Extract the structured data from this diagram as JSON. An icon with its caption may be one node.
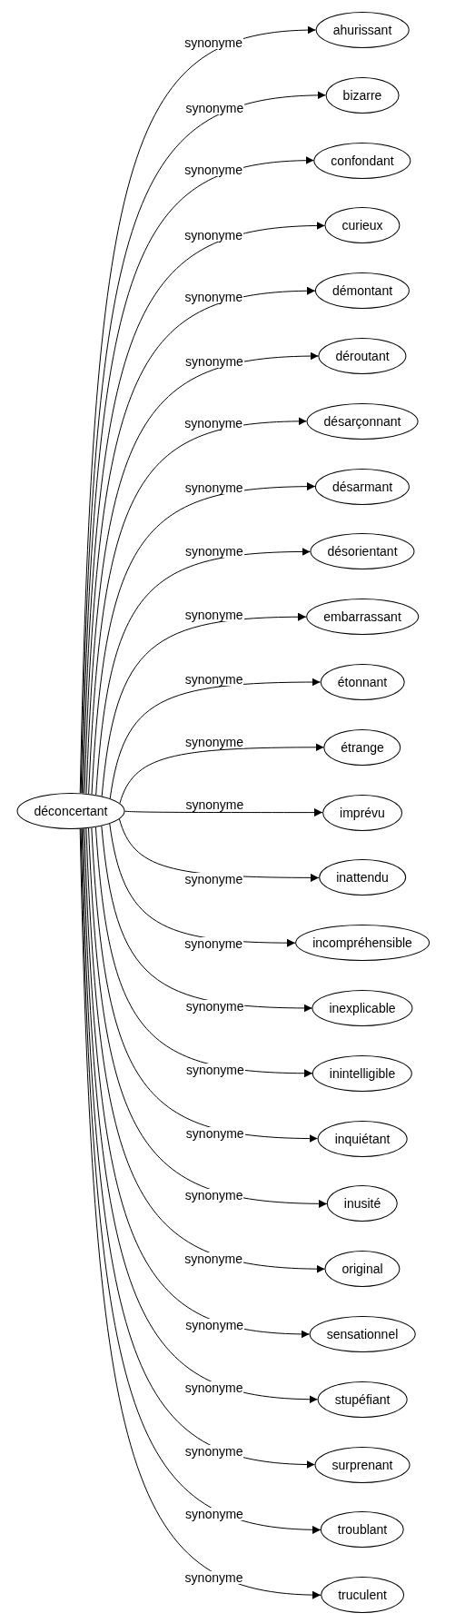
{
  "diagram": {
    "nodes": [
      {
        "text": [
          "déconcertant"
        ]
      },
      {
        "text": [
          "ahurissant"
        ]
      },
      {
        "text": [
          "bizarre"
        ]
      },
      {
        "text": [
          "confondant"
        ]
      },
      {
        "text": [
          "curieux"
        ]
      },
      {
        "text": [
          "démontant"
        ]
      },
      {
        "text": [
          "déroutant"
        ]
      },
      {
        "text": [
          "désarçonnant"
        ]
      },
      {
        "text": [
          "désarmant"
        ]
      },
      {
        "text": [
          "désorientant"
        ]
      },
      {
        "text": [
          "embarrassant"
        ]
      },
      {
        "text": [
          "étonnant"
        ]
      },
      {
        "text": [
          "étrange"
        ]
      },
      {
        "text": [
          "imprévu"
        ]
      },
      {
        "text": [
          "inattendu"
        ]
      },
      {
        "text": [
          "incompréhensible"
        ]
      },
      {
        "text": [
          "inexplicable"
        ]
      },
      {
        "text": [
          "inintelligible"
        ]
      },
      {
        "text": [
          "inquiétant"
        ]
      },
      {
        "text": [
          "inusité"
        ]
      },
      {
        "text": [
          "original"
        ]
      },
      {
        "text": [
          "sensationnel"
        ]
      },
      {
        "text": [
          "stupéfiant"
        ]
      },
      {
        "text": [
          "surprenant"
        ]
      },
      {
        "text": [
          "troublant"
        ]
      },
      {
        "text": [
          "truculent"
        ]
      }
    ],
    "edges": [
      {
        "from": 0,
        "to": 1,
        "arrow": "to",
        "label": "synonyme"
      },
      {
        "from": 0,
        "to": 2,
        "arrow": "to",
        "label": "synonyme"
      },
      {
        "from": 0,
        "to": 3,
        "arrow": "to",
        "label": "synonyme"
      },
      {
        "from": 0,
        "to": 4,
        "arrow": "to",
        "label": "synonyme"
      },
      {
        "from": 0,
        "to": 5,
        "arrow": "to",
        "label": "synonyme"
      },
      {
        "from": 0,
        "to": 6,
        "arrow": "to",
        "label": "synonyme"
      },
      {
        "from": 0,
        "to": 7,
        "arrow": "to",
        "label": "synonyme"
      },
      {
        "from": 0,
        "to": 8,
        "arrow": "to",
        "label": "synonyme"
      },
      {
        "from": 0,
        "to": 9,
        "arrow": "to",
        "label": "synonyme"
      },
      {
        "from": 0,
        "to": 10,
        "arrow": "to",
        "label": "synonyme"
      },
      {
        "from": 0,
        "to": 11,
        "arrow": "to",
        "label": "synonyme"
      },
      {
        "from": 0,
        "to": 12,
        "arrow": "to",
        "label": "synonyme"
      },
      {
        "from": 0,
        "to": 13,
        "arrow": "to",
        "label": "synonyme"
      },
      {
        "from": 0,
        "to": 14,
        "arrow": "to",
        "label": "synonyme"
      },
      {
        "from": 0,
        "to": 15,
        "arrow": "to",
        "label": "synonyme"
      },
      {
        "from": 0,
        "to": 16,
        "arrow": "to",
        "label": "synonyme"
      },
      {
        "from": 0,
        "to": 17,
        "arrow": "to",
        "label": "synonyme"
      },
      {
        "from": 0,
        "to": 18,
        "arrow": "to",
        "label": "synonyme"
      },
      {
        "from": 0,
        "to": 19,
        "arrow": "to",
        "label": "synonyme"
      },
      {
        "from": 0,
        "to": 20,
        "arrow": "to",
        "label": "synonyme"
      },
      {
        "from": 0,
        "to": 21,
        "arrow": "to",
        "label": "synonyme"
      },
      {
        "from": 0,
        "to": 22,
        "arrow": "to",
        "label": "synonyme"
      },
      {
        "from": 0,
        "to": 23,
        "arrow": "to",
        "label": "synonyme"
      },
      {
        "from": 0,
        "to": 24,
        "arrow": "to",
        "label": "synonyme"
      },
      {
        "from": 0,
        "to": 25,
        "arrow": "to",
        "label": "synonyme"
      }
    ]
  }
}
